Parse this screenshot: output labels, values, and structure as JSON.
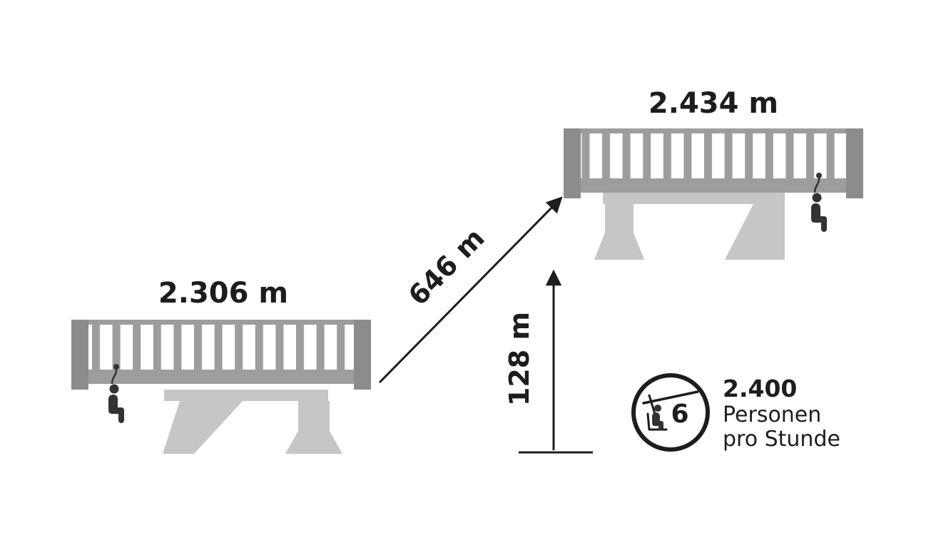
{
  "diagram": {
    "lower_station": {
      "elevation": "2.306 m"
    },
    "upper_station": {
      "elevation": "2.434 m"
    },
    "lift": {
      "length": "646 m",
      "height_difference": "128 m"
    },
    "capacity": {
      "chair_seats": "6",
      "value": "2.400",
      "line1": "Personen",
      "line2": "pro Stunde"
    }
  },
  "colors": {
    "text": "#1d1d1b",
    "railing": "#9d9d9c",
    "endpost": "#8c8c8b",
    "pier": "#c6c6c6",
    "figure": "#333333"
  }
}
